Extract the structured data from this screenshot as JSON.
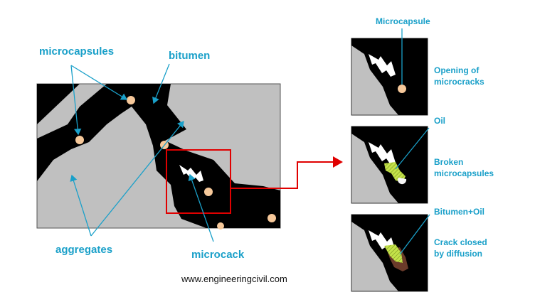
{
  "labels": {
    "microcapsules": "microcapsules",
    "bitumen": "bitumen",
    "aggregates": "aggregates",
    "microcrack": "microcack"
  },
  "panels": {
    "top_title": "Microcapsule",
    "step1_line1": "Opening of",
    "step1_line2": "microcracks",
    "step2_oil": "Oil",
    "step2_line1": "Broken",
    "step2_line2": "microcapsules",
    "step3_title": "Bitumen+Oil",
    "step3_line1": "Crack closed",
    "step3_line2": "by diffusion"
  },
  "footer": "www.engineeringcivil.com",
  "colors": {
    "label": "#1aa0c9",
    "aggregate": "#c0c0c0",
    "bitumen": "#000000",
    "capsule": "#f6c89a",
    "highlight": "#e00000",
    "oil": "#c4e34a"
  }
}
